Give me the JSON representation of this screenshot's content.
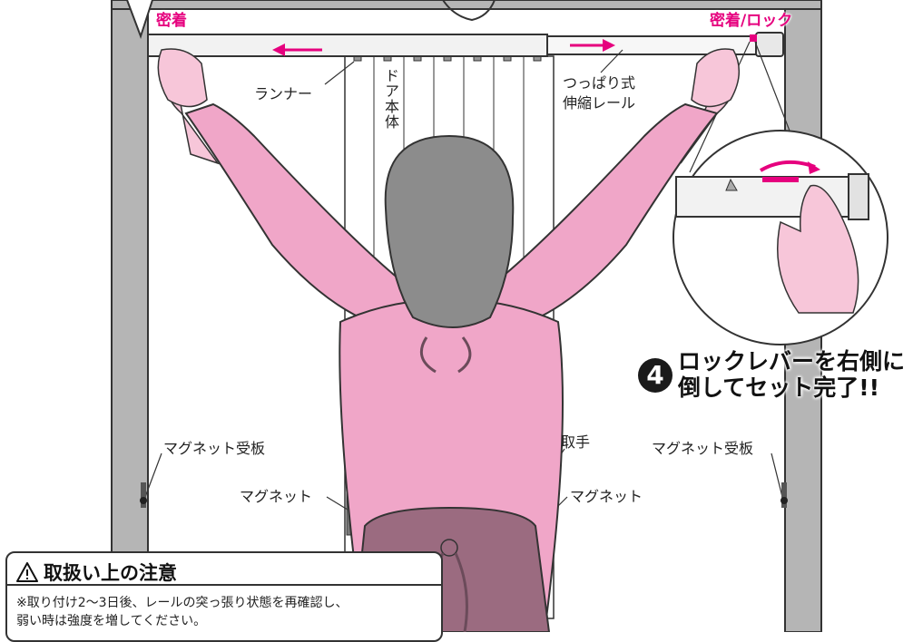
{
  "labels": {
    "seal_left": "密着",
    "seal_lock_right": "密着/ロック",
    "runner": "ランナー",
    "door_body": "ドア本体",
    "rail_line1": "つっぱり式",
    "rail_line2": "伸縮レール",
    "magnet_plate_left": "マグネット受板",
    "magnet_plate_right": "マグネット受板",
    "handle": "取手",
    "magnet_left": "マグネット",
    "magnet_right": "マグネット"
  },
  "step": {
    "number": "4",
    "line1": "ロックレバーを右側に",
    "line2": "倒してセット完了!!"
  },
  "caution": {
    "title": "取扱い上の注意",
    "note_line1": "※取り付け2～3日後、レールの突っ張り状態を再確認し、",
    "note_line2": "弱い時は強度を増してください。"
  },
  "colors": {
    "accent_pink": "#e6007e",
    "skin": "#f7c6d9",
    "shirt": "#f0a6c8",
    "hair": "#8c8c8c",
    "apron": "#9b6b80",
    "frame": "#b5b5b5"
  }
}
